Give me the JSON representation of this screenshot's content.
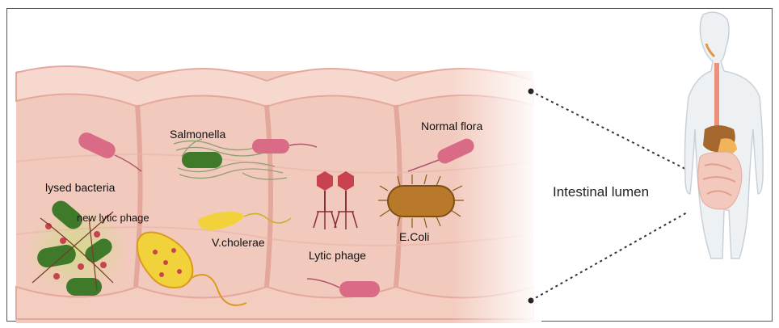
{
  "labels": {
    "salmonella": "Salmonella",
    "normal_flora": "Normal flora",
    "lysed_bacteria": "lysed bacteria",
    "new_lytic_phage": "new lytic phage",
    "v_cholerae": "V.cholerae",
    "lytic_phage": "Lytic phage",
    "e_coli": "E.Coli",
    "intestinal_lumen": "Intestinal lumen"
  },
  "colors": {
    "tissue": "#f1c6bb",
    "tissue_fold": "#e8a9a0",
    "mucosa_band": "#f7dcd4",
    "pink_bacterium": "#d96b86",
    "green_bacterium": "#3f7a2a",
    "yellow_bacterium": "#f2d23a",
    "ecoli_brown": "#b87a2a",
    "phage_red": "#c8434f",
    "body_outline": "#cfd6dc"
  }
}
